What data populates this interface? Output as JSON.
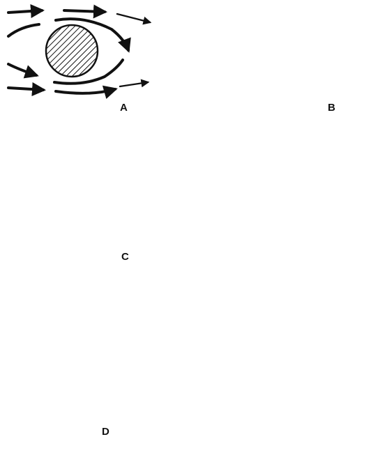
{
  "panels": [
    {
      "id": "A",
      "label": "A"
    },
    {
      "id": "B",
      "label": "B"
    },
    {
      "id": "C",
      "label": "C"
    },
    {
      "id": "D",
      "label": "D"
    }
  ],
  "colors": {
    "ink": "#111111",
    "background": "#ffffff"
  }
}
